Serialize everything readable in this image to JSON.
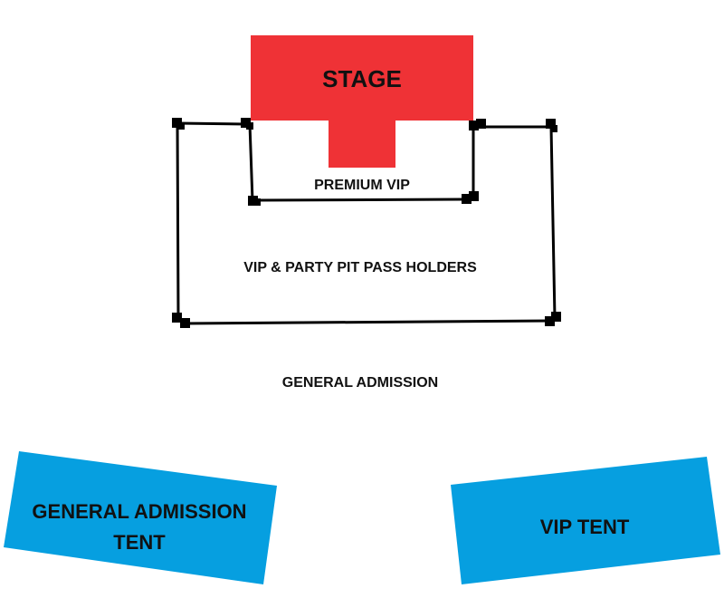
{
  "stage": {
    "label": "STAGE",
    "color": "#ef3236"
  },
  "zones": {
    "premium_vip": {
      "label": "PREMIUM VIP"
    },
    "vip_party_pit": {
      "label": "VIP & PARTY PIT PASS HOLDERS"
    },
    "general_admission": {
      "label": "GENERAL ADMISSION"
    }
  },
  "tents": {
    "general_admission_tent": {
      "line1": "GENERAL ADMISSION",
      "line2": "TENT",
      "color": "#069fe0"
    },
    "vip_tent": {
      "label": "VIP TENT",
      "color": "#069fe0"
    }
  },
  "barrier_color": "#000000"
}
